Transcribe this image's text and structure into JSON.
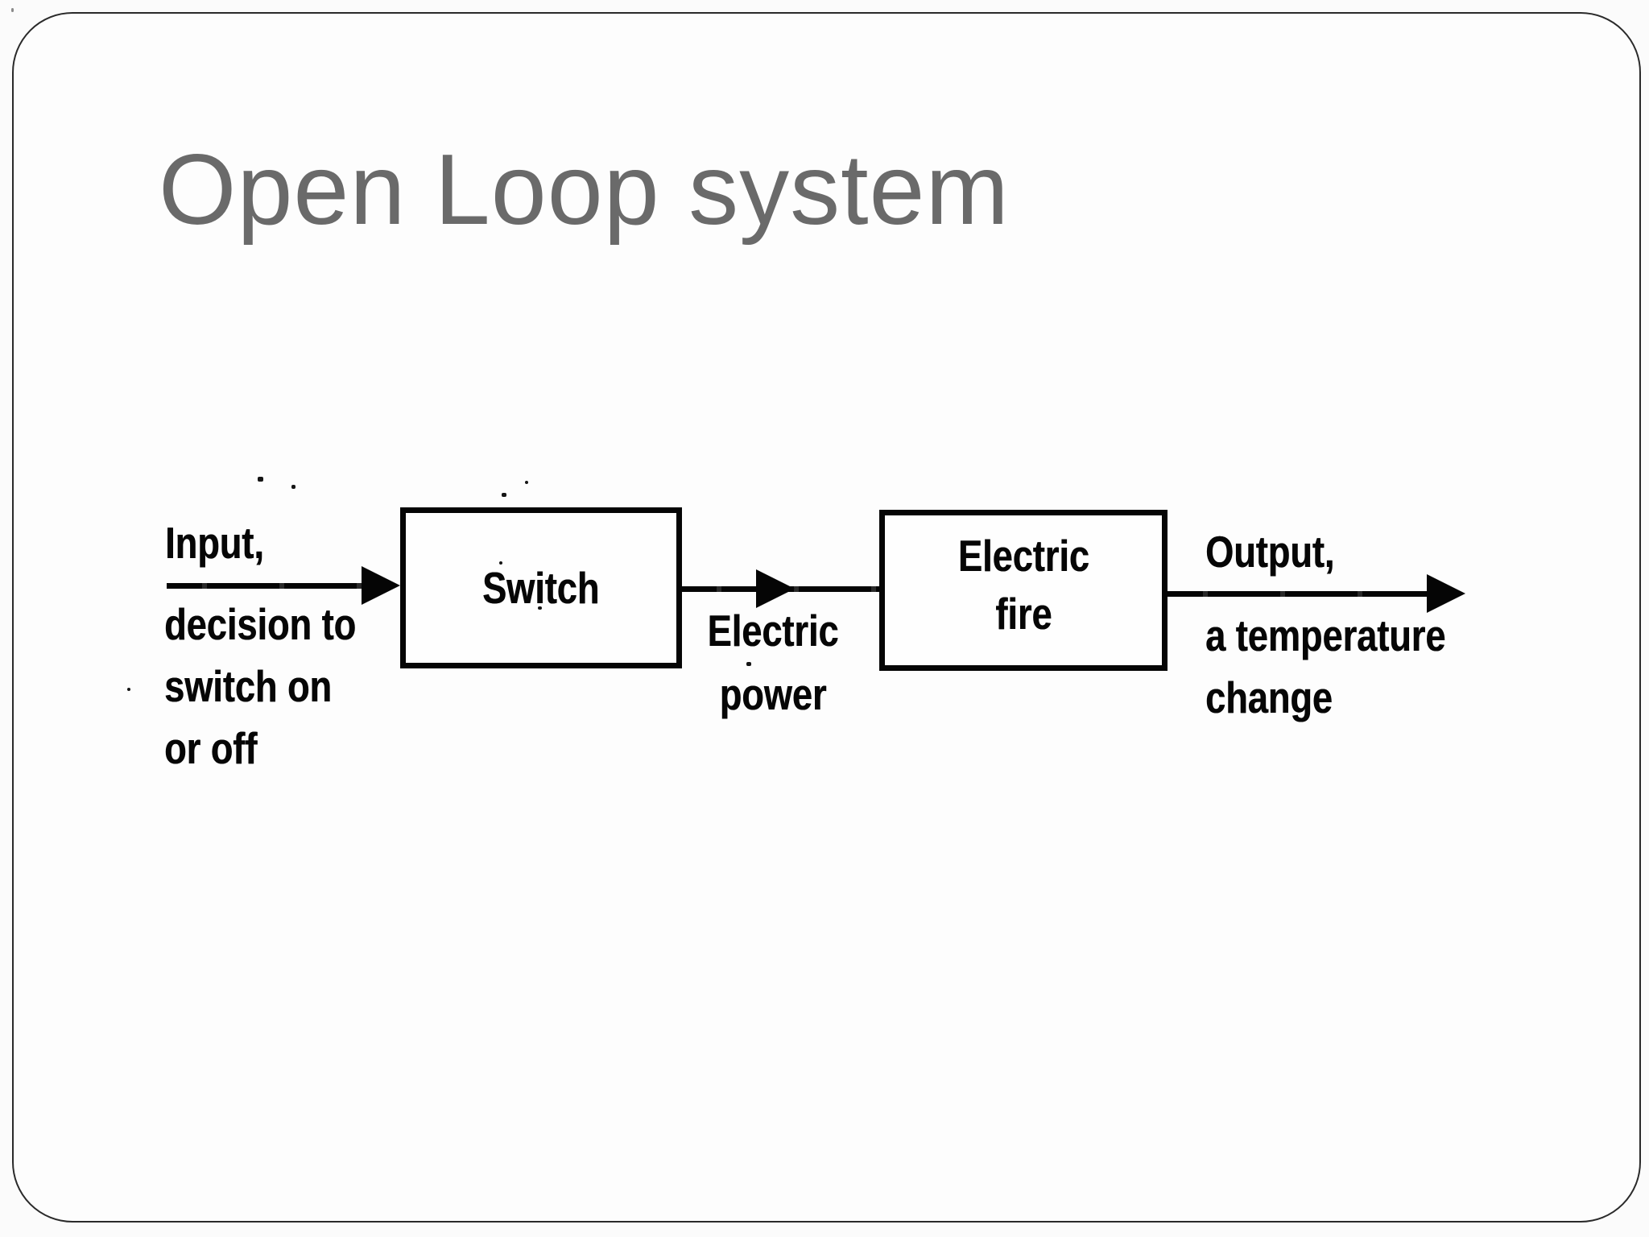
{
  "slide": {
    "title": "Open Loop system",
    "title_color": "#6a6a6a",
    "background_color": "#fbfbfb",
    "frame_color": "#2a2a2a",
    "ink_color": "#060606"
  },
  "diagram": {
    "input": {
      "title": "Input,",
      "lines": [
        "decision to",
        "switch on",
        "or off"
      ]
    },
    "blocks": {
      "switch": {
        "label": "Switch"
      },
      "electric_fire": {
        "lines": [
          "Electric",
          "fire"
        ]
      }
    },
    "power_label": {
      "lines": [
        "Electric",
        "power"
      ]
    },
    "output": {
      "title": "Output,",
      "lines": [
        "a temperature",
        "change"
      ]
    },
    "arrows": [
      {
        "name": "input-to-switch",
        "direction": "right"
      },
      {
        "name": "switch-to-electric-fire",
        "direction": "right"
      },
      {
        "name": "electric-fire-to-output",
        "direction": "right"
      }
    ]
  }
}
